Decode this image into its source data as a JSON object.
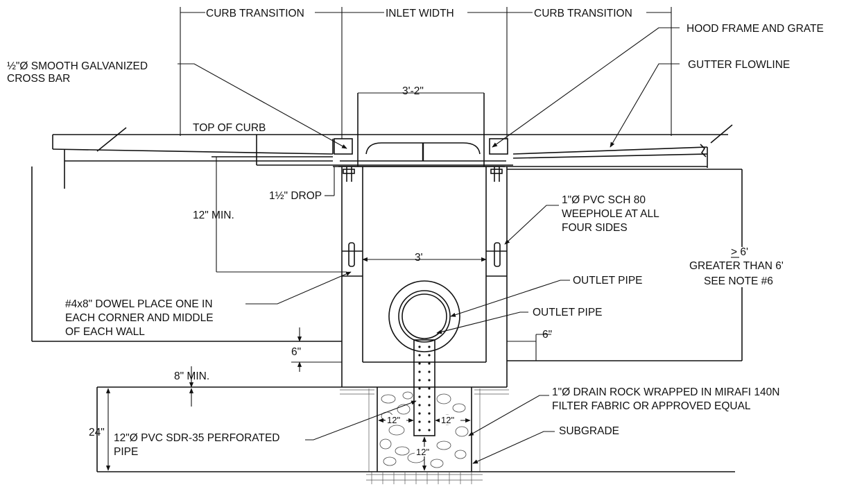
{
  "labels": {
    "curb_transition_left": "CURB TRANSITION",
    "inlet_width": "INLET WIDTH",
    "curb_transition_right": "CURB TRANSITION",
    "hood_frame_grate": "HOOD FRAME AND GRATE",
    "gutter_flowline": "GUTTER FLOWLINE",
    "cross_bar_line1": "½\"Ø SMOOTH GALVANIZED",
    "cross_bar_line2": "CROSS BAR",
    "dim_3_2": "3'-2\"",
    "top_of_curb": "TOP OF CURB",
    "drop": "1½\" DROP",
    "min_12": "12\" MIN.",
    "weephole_line1": "1\"Ø PVC SCH 80",
    "weephole_line2": "WEEPHOLE AT ALL",
    "weephole_line3": "FOUR SIDES",
    "dim_3": "3'",
    "gt_6": "> 6'",
    "greater_than_6": "GREATER THAN 6'",
    "see_note_6": "SEE NOTE #6",
    "outlet_pipe_1": "OUTLET PIPE",
    "outlet_pipe_2": "OUTLET PIPE",
    "dowel_line1": "#4x8\" DOWEL PLACE ONE IN",
    "dowel_line2": "EACH CORNER AND MIDDLE",
    "dowel_line3": "OF EACH WALL",
    "dim_6_right": "6\"",
    "dim_6_left": "6\"",
    "min_8": "8\" MIN.",
    "drain_rock_line1": "1\"Ø DRAIN ROCK WRAPPED IN MIRAFI 140N",
    "drain_rock_line2": "FILTER FABRIC OR APPROVED EQUAL",
    "subgrade": "SUBGRADE",
    "dim_24": "24\"",
    "perf_pipe_line1": "12\"Ø PVC SDR-35 PERFORATED",
    "perf_pipe_line2": "PIPE",
    "dim_12_left": "12\"",
    "dim_12_right": "12\"",
    "dim_12_bottom": "12\""
  }
}
